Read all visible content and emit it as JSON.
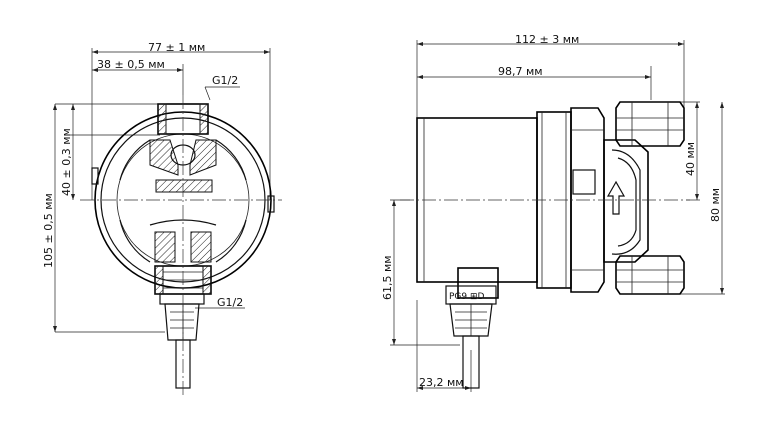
{
  "front_view": {
    "width_dim": "77 ± 1 мм",
    "offset_dim": "38 ± 0,5 мм",
    "thread_top": "G1/2",
    "thread_bottom": "G1/2",
    "height_dim": "105 ± 0,5 мм",
    "port_dim": "40 ± 0,3 мм"
  },
  "side_view": {
    "overall_length": "112 ± 3 мм",
    "body_length": "98,7 мм",
    "port_height": "40 мм",
    "flange_height": "80 мм",
    "cable_height": "61,5 мм",
    "cable_offset": "23,2 мм",
    "cable_marking": "PG9 ⊞D"
  }
}
